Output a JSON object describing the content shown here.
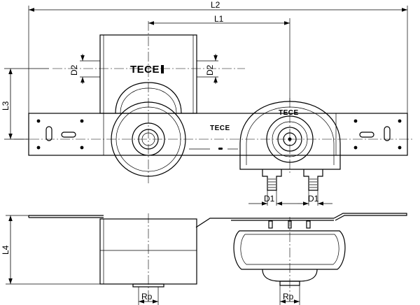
{
  "drawing": {
    "brand_mark": "TECE",
    "dimension_labels": {
      "L2": "L2",
      "L1": "L1",
      "L3": "L3",
      "L4": "L4",
      "D2_left": "D2",
      "D2_right": "D2",
      "D1_left": "D1",
      "D1_right": "D1",
      "Rp_left": "Rp",
      "Rp_right": "Rp"
    }
  }
}
